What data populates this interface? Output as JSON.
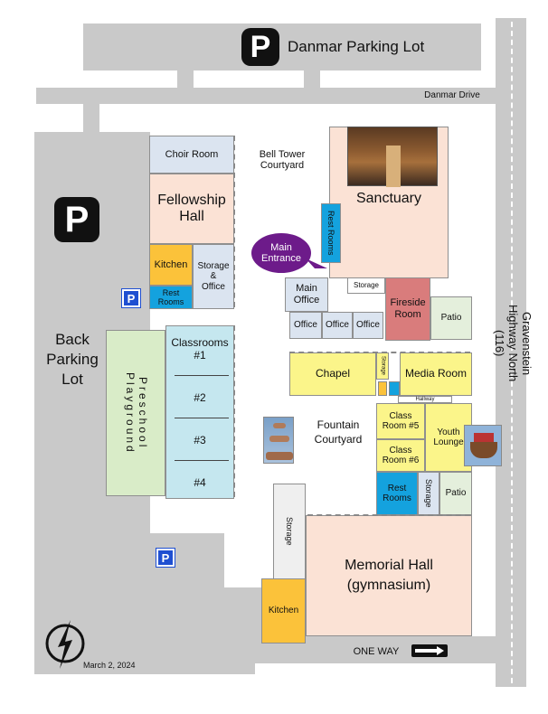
{
  "parking": {
    "top_lot": "Danmar Parking Lot",
    "back_lot": "Back\nParking\nLot",
    "p_symbol": "P"
  },
  "roads": {
    "danmar": "Danmar Drive",
    "highway": "Gravenstein Highway North\n(116)",
    "one_way": "ONE WAY"
  },
  "rooms": {
    "choir": "Choir Room",
    "bell_tower": "Bell Tower\nCourtyard",
    "fellowship": "Fellowship\nHall",
    "kitchen_north": "Kitchen",
    "storage_office": "Storage\n&\nOffice",
    "restrooms_north": "Rest\nRooms",
    "sanctuary": "Sanctuary",
    "restrooms_sanctuary": "Rest Rooms",
    "main_entrance": "Main\nEntrance",
    "main_office": "Main\nOffice",
    "storage_small": "Storage",
    "fireside": "Fireside\nRoom",
    "patio_north": "Patio",
    "office": "Office",
    "classrooms_header": "Classrooms\n#1",
    "classroom2": "#2",
    "classroom3": "#3",
    "classroom4": "#4",
    "playground": "Preschool\nPlayground",
    "chapel": "Chapel",
    "storage_chapel": "Storage",
    "media": "Media Room",
    "hallway": "Hallway",
    "fountain": "Fountain\nCourtyard",
    "classroom5": "Class\nRoom #5",
    "classroom6": "Class\nRoom #6",
    "youth": "Youth\nLounge",
    "restrooms_south": "Rest\nRooms",
    "storage_south": "Storage",
    "patio_south": "Patio",
    "storage_gym": "Storage",
    "memorial": "Memorial Hall\n(gymnasium)",
    "kitchen_south": "Kitchen"
  },
  "footer": {
    "date": "March 2, 2024"
  },
  "colors": {
    "road": "#c9c9c9",
    "sanctuary": "#fbe2d5",
    "fellowship": "#fbe2d5",
    "choir": "#dbe4f0",
    "kitchen": "#fbc23a",
    "restrooms": "#14a2de",
    "classrooms": "#c5e7ef",
    "playground": "#d9ecc8",
    "chapel": "#fbf58a",
    "fireside": "#d97c7c",
    "entrance": "#6d1b8a"
  }
}
